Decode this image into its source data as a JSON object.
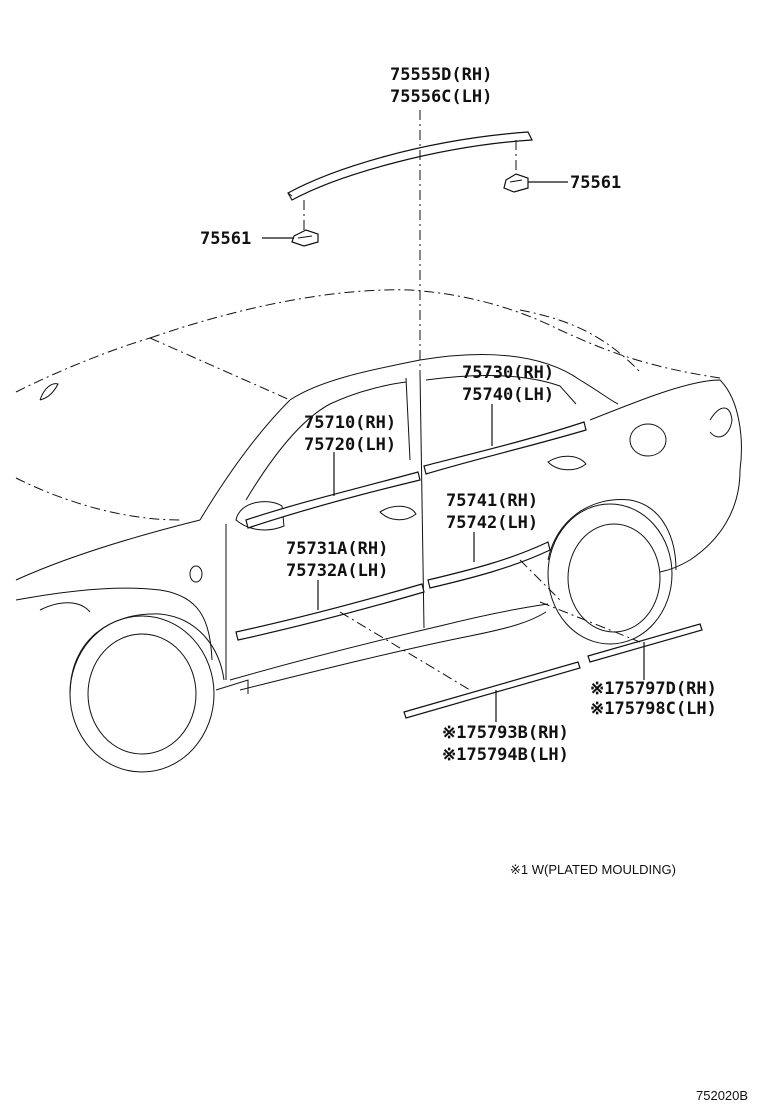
{
  "labels": {
    "roof_mould_rh": "75555D(RH)",
    "roof_mould_lh": "75556C(LH)",
    "clip_right": "75561",
    "clip_left": "75561",
    "rear_belt_rh": "75730(RH)",
    "rear_belt_lh": "75740(LH)",
    "front_belt_rh": "75710(RH)",
    "front_belt_lh": "75720(LH)",
    "rear_side_rh": "75741(RH)",
    "rear_side_lh": "75742(LH)",
    "front_side_rh": "75731A(RH)",
    "front_side_lh": "75732A(LH)",
    "rocker_rear_rh": "※175797D(RH)",
    "rocker_rear_lh": "※175798C(LH)",
    "rocker_front_rh": "※175793B(RH)",
    "rocker_front_lh": "※175794B(LH)"
  },
  "note": "※1 W(PLATED MOULDING)",
  "diagram_code": "752020B"
}
